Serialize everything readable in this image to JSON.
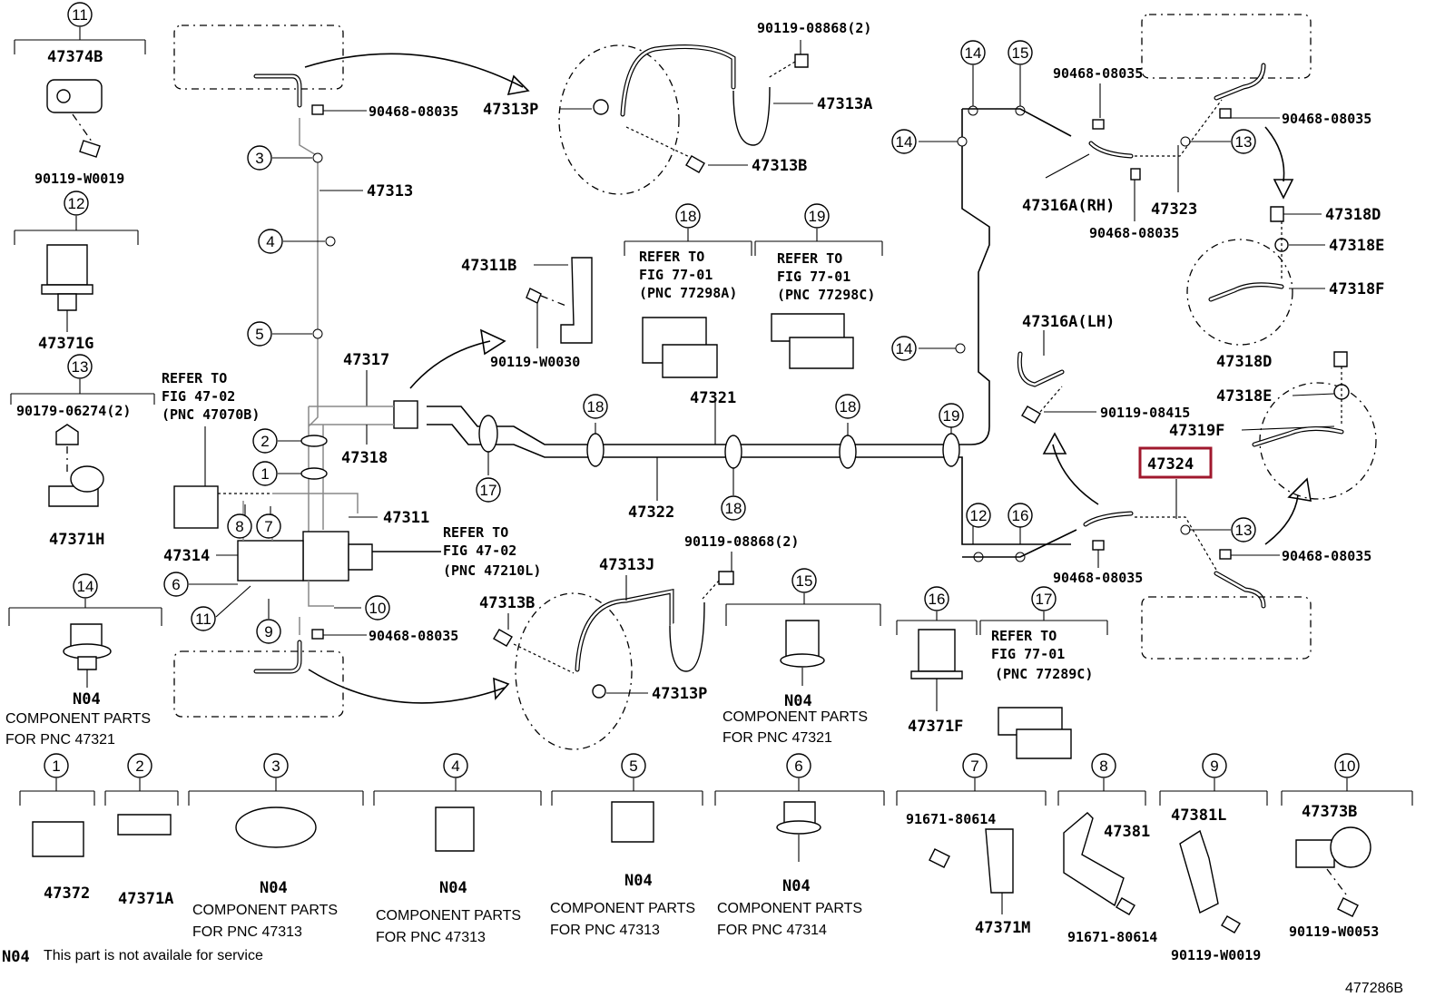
{
  "callouts": [
    {
      "num": "1"
    },
    {
      "num": "2"
    },
    {
      "num": "3"
    },
    {
      "num": "4"
    },
    {
      "num": "5"
    },
    {
      "num": "6"
    },
    {
      "num": "7"
    },
    {
      "num": "8"
    },
    {
      "num": "9"
    },
    {
      "num": "10"
    },
    {
      "num": "11"
    },
    {
      "num": "12"
    },
    {
      "num": "13"
    },
    {
      "num": "14"
    },
    {
      "num": "15"
    },
    {
      "num": "16"
    },
    {
      "num": "17"
    },
    {
      "num": "18"
    },
    {
      "num": "19"
    }
  ],
  "parts": {
    "p47374B": "47374B",
    "p90119W0019": "90119-W0019",
    "p47371G": "47371G",
    "p90179": "90179-06274(2)",
    "p47371H": "47371H",
    "n04": "N04",
    "p90468": "90468-08035",
    "p47313": "47313",
    "p47313P": "47313P",
    "p90119_08868": "90119-08868(2)",
    "p47313A": "47313A",
    "p47313B": "47313B",
    "p47311B": "47311B",
    "p90119W0030": "90119-W0030",
    "p47317": "47317",
    "p47318": "47318",
    "p47311": "47311",
    "p47314": "47314",
    "p47322": "47322",
    "p47321": "47321",
    "p47313J": "47313J",
    "p47316ARH": "47316A(RH)",
    "p47323": "47323",
    "p47316ALH": "47316A(LH)",
    "p90119_08415": "90119-08415",
    "p47318D": "47318D",
    "p47318E": "47318E",
    "p47318F": "47318F",
    "p47319F": "47319F",
    "p47324": "47324",
    "p47371F": "47371F",
    "p47372": "47372",
    "p47371A": "47371A",
    "p91671": "91671-80614",
    "p47371M": "47371M",
    "p47381": "47381",
    "p47381L": "47381L",
    "p47373B": "47373B",
    "p90119W0053": "90119-W0053",
    "figcode": "477286B"
  },
  "refs": {
    "refer_to": "REFER TO",
    "fig4702": "FIG 47-02",
    "pnc47070B": "(PNC 47070B)",
    "pnc47210L": "(PNC 47210L)",
    "fig7701": "FIG 77-01",
    "pnc77298A": "(PNC 77298A)",
    "pnc77298C": "(PNC 77298C)",
    "pnc77289C": "(PNC 77289C)"
  },
  "notes": {
    "component_parts": "COMPONENT PARTS",
    "for47321": "FOR PNC 47321",
    "for47313": "FOR PNC 47313",
    "for47314": "FOR PNC 47314",
    "legend_code": "N04",
    "legend_text": "This part is not availale for service"
  },
  "colors": {
    "highlight": "#a0182d"
  }
}
